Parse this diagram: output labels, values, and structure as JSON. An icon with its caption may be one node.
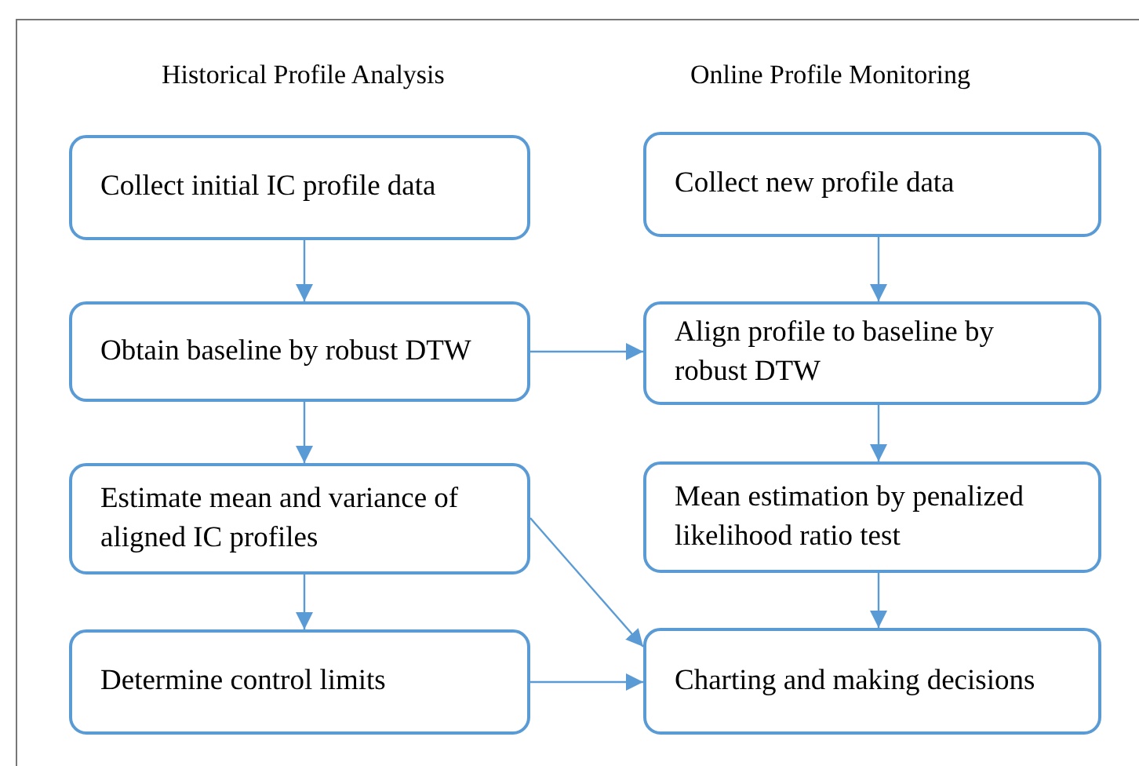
{
  "diagram": {
    "nodes": [
      {
        "text": [
          "Collect initial IC profile data"
        ]
      },
      {
        "text": [
          "Obtain baseline by robust DTW"
        ]
      },
      {
        "text": [
          "Estimate mean and variance of aligned IC profiles"
        ]
      },
      {
        "text": [
          "Determine control limits"
        ]
      },
      {
        "text": [
          "Collect new profile data"
        ]
      },
      {
        "text": [
          "Align profile to baseline by robust DTW"
        ]
      },
      {
        "text": [
          "Mean estimation by penalized likelihood ratio test"
        ]
      },
      {
        "text": [
          "Charting and making decisions"
        ]
      }
    ],
    "edges": [
      {
        "from": 0,
        "to": 1,
        "arrow": "to"
      },
      {
        "from": 1,
        "to": 2,
        "arrow": "to"
      },
      {
        "from": 2,
        "to": 3,
        "arrow": "to"
      },
      {
        "from": 4,
        "to": 5,
        "arrow": "to"
      },
      {
        "from": 5,
        "to": 6,
        "arrow": "to"
      },
      {
        "from": 6,
        "to": 7,
        "arrow": "to"
      },
      {
        "from": 1,
        "to": 5,
        "arrow": "to"
      },
      {
        "from": 2,
        "to": 7,
        "arrow": "to"
      },
      {
        "from": 3,
        "to": 7,
        "arrow": "to"
      }
    ],
    "labels": [
      "Historical Profile Analysis",
      "Online Profile Monitoring"
    ]
  }
}
